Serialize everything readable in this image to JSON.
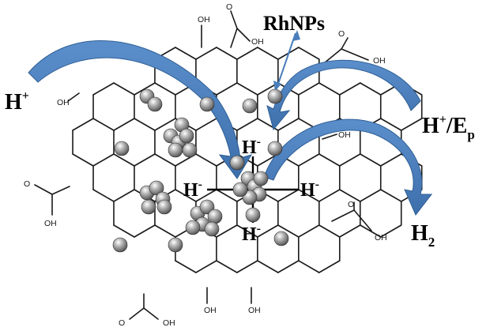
{
  "labels": {
    "rhnps": "RhNPs",
    "h_plus_left": {
      "base": "H",
      "sup": "+"
    },
    "h_plus_ep": {
      "base": "H",
      "sup": "+",
      "sep": "/E",
      "sub": "p"
    },
    "h2": {
      "base": "H",
      "sub": "2"
    },
    "hydride": {
      "base": "H",
      "sup": "-"
    }
  },
  "functional_groups": {
    "oh": "OH",
    "o": "O"
  },
  "colors": {
    "arrow": "#4a7ebb",
    "arrow_edge": "#2f5f95",
    "bond": "#1a1a1a",
    "particle": "#8a8a8a",
    "particle_highlight": "#ffffff",
    "particle_dark": "#2a2a2a"
  }
}
